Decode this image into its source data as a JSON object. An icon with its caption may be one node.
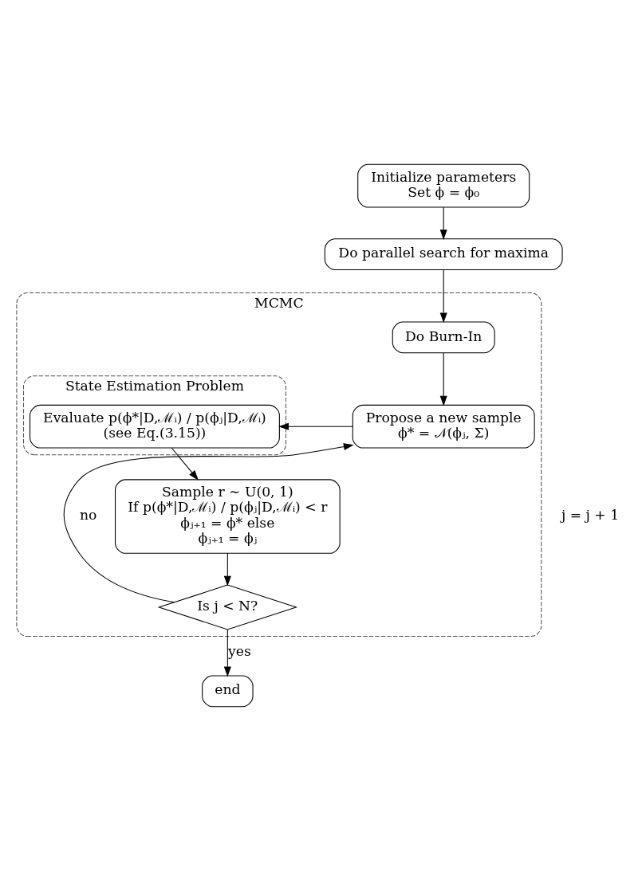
{
  "diagram": {
    "nodes": [
      {
        "text": [
          "Initialize parameters",
          "Set ϕ = ϕ₀"
        ]
      },
      {
        "text": [
          "Do parallel search for maxima"
        ]
      },
      {
        "text": [
          "MCMC"
        ]
      },
      {
        "text": [
          "Do Burn-In"
        ],
        "in": 2
      },
      {
        "text": [
          "Propose a new sample",
          "ϕ* = 𝒩(ϕⱼ, Σ)"
        ],
        "in": 2
      },
      {
        "text": [
          "State Estimation Problem"
        ],
        "in": 2
      },
      {
        "text": [
          "Evaluate p(ϕ*|D,ℳᵢ) / p(ϕⱼ|D,ℳᵢ)",
          "(see Eq.(3.15))"
        ],
        "in": 5
      },
      {
        "text": [
          "Sample r ∼ U(0, 1)",
          "If p(ϕ*|D,ℳᵢ) / p(ϕⱼ|D,ℳᵢ) < r",
          "ϕⱼ₊₁ = ϕ* else",
          "ϕⱼ₊₁ = ϕⱼ"
        ],
        "in": 2
      },
      {
        "text": [
          "Is j < N?"
        ],
        "in": 2
      },
      {
        "text": [
          "end"
        ]
      }
    ],
    "edges": [
      {
        "from": 0,
        "to": 1,
        "arrow": "to"
      },
      {
        "from": 1,
        "to": 3,
        "arrow": "to"
      },
      {
        "from": 3,
        "to": 4,
        "arrow": "to"
      },
      {
        "from": 4,
        "to": 6,
        "arrow": "to"
      },
      {
        "from": 6,
        "to": 7,
        "arrow": "to"
      },
      {
        "from": 7,
        "to": 8,
        "arrow": "to"
      },
      {
        "from": 8,
        "to": 4,
        "label": "no",
        "arrow": "to"
      },
      {
        "from": 8,
        "to": 9,
        "label": "yes",
        "arrow": "to"
      }
    ],
    "labels": [
      "j = j + 1"
    ]
  }
}
